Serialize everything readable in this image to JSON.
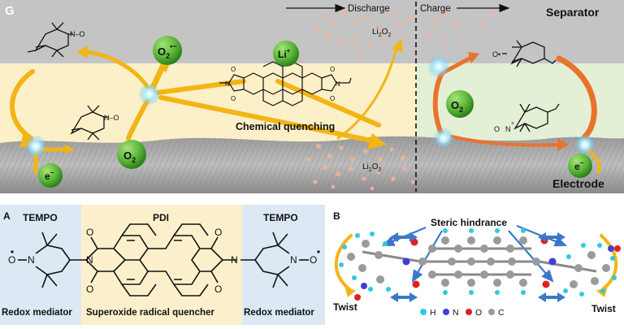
{
  "panel_g": {
    "letter": "G",
    "discharge": "Discharge",
    "charge": "Charge",
    "separator": "Separator",
    "electrode": "Electrode",
    "li_ion": "Li",
    "li_sup": "+",
    "o2_base": "O",
    "o2_sub": "2",
    "superoxide_sup": "•−",
    "electron": "e",
    "electron_sup": "−",
    "product_base": "Li",
    "product_sub1": "2",
    "product_o": "O",
    "product_sub2": "2",
    "chemical_quenching": "Chemical quenching",
    "nitroxide": "N–O",
    "nitroxide_radical": "O•",
    "oxoammonium_n": "N",
    "oxoammonium_plus": "+",
    "oxoammonium_o": "O",
    "pdi_n": "N",
    "pdi_o": "O"
  },
  "panel_a": {
    "letter": "A",
    "tempo_left": "TEMPO",
    "pdi": "PDI",
    "tempo_right": "TEMPO",
    "caption_left": "Redox mediator",
    "caption_center": "Superoxide radical quencher",
    "caption_right": "Redox mediator",
    "atom_n": "N",
    "atom_o": "O"
  },
  "panel_b": {
    "letter": "B",
    "steric": "Steric hindrance",
    "twist_left": "Twist",
    "twist_right": "Twist",
    "legend": [
      {
        "label": "H",
        "color": "#33c7e6"
      },
      {
        "label": "N",
        "color": "#3f3fd6"
      },
      {
        "label": "O",
        "color": "#e02020"
      },
      {
        "label": "C",
        "color": "#9a9a9a"
      }
    ]
  },
  "colors": {
    "separator_gray": "#c4c4c4",
    "discharge_yellow": "#fbf0c8",
    "charge_green": "#e4f0d6",
    "gold_arrow": "#f2b515",
    "orange_arrow": "#e8742c",
    "green_ball": "#5cb83a",
    "panel_a_blue": "#dce8f4",
    "panel_a_yellow": "#fcf0cc",
    "blue_arrow": "#3a78c8"
  }
}
